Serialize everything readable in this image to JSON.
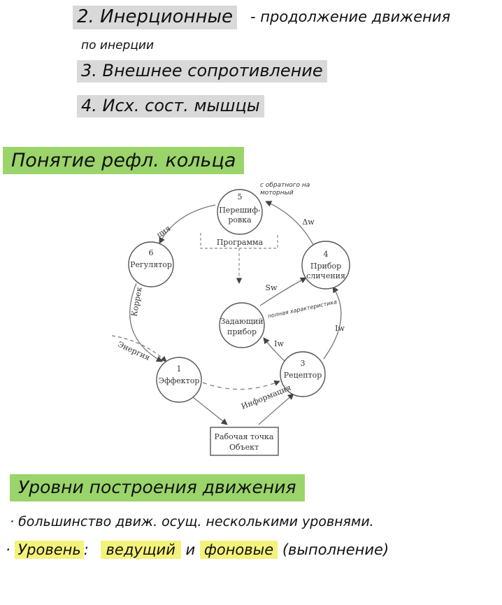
{
  "notes_top": {
    "line2_marked": "2. Инерционные",
    "line2_rest": "- продолжение движения",
    "line2_cont": "по инерции",
    "line3": "3. Внешнее сопротивление",
    "line4": "4. Исх. сост. мышцы"
  },
  "heading_ring": "Понятие рефл. кольца",
  "diagram": {
    "node5_num": "5",
    "node5_l1": "Перешиф-",
    "node5_l2": "ровка",
    "node6_num": "6",
    "node6_l1": "Регулятор",
    "node4_num": "4",
    "node4_l1": "Прибор",
    "node4_l2": "сличения",
    "nodeZ_l1": "Задающий",
    "nodeZ_l2": "прибор",
    "node1_num": "1",
    "node1_l1": "Эффектор",
    "node3_num": "3",
    "node3_l1": "Рецептор",
    "box_l1": "Рабочая точка",
    "box_l2": "Объект",
    "program": "Программа",
    "dw": "Δw",
    "sw": "Sw",
    "iw1": "Iw",
    "iw2": "Iw",
    "ciya": "ция",
    "korrek": "Коррек",
    "energy": "Энергия",
    "info": "Информация"
  },
  "handnote_top": "с обратного на моторный",
  "handnote_mid": "полная характеристика",
  "heading_levels": "Уровни построения движения",
  "bottom": {
    "line1": "· большинство движ. осущ. несколькими уровнями.",
    "line2_prefix": "·",
    "line2_level": "Уровень",
    "line2_colon": ":",
    "line2_leading": "ведущий",
    "line2_and": "и",
    "line2_background": "фоновые",
    "line2_tail": "(выполнение)"
  }
}
